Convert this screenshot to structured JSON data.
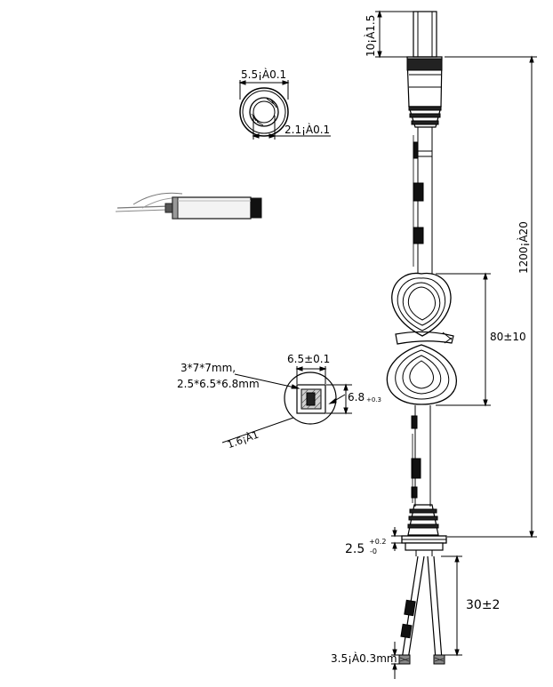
{
  "dimensions": {
    "tip_length": "10¡À1.5",
    "jack_outer_diameter": "5.5¡À0.1",
    "jack_inner_diameter": "2.1¡À0.1",
    "total_length": "1200¡À20",
    "coil_length": "80±10",
    "core_size": "6.5±0.1",
    "core_height": "6.8",
    "core_height_tol": "+0.3",
    "ferrite_note_line1": "3*7*7mm,",
    "ferrite_note_line2": "2.5*6.5*6.8mm",
    "section_note": "1.6¡À1",
    "boot_thickness_base": "2.5",
    "boot_thickness_tol_upper": "+0.2",
    "boot_thickness_tol_lower": "-0",
    "lead_length": "30±2",
    "strip_length": "3.5¡À0.3mm"
  }
}
